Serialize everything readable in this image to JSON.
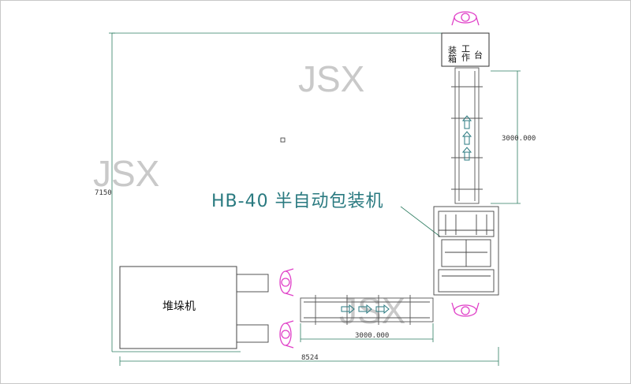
{
  "diagram": {
    "watermark_text": "JSX",
    "title": "HB-40  半自动包装机",
    "palletizer_label": "堆垛机",
    "packing_table_label": [
      "装箱",
      "工作",
      "台"
    ],
    "dimensions": {
      "total_width": "8524",
      "total_height": "7150",
      "vertical_conveyor_length": "3000.000",
      "horizontal_conveyor_length": "3000.000"
    },
    "colors": {
      "line": "#555555",
      "dim_line": "#2e7d62",
      "operator": "#e040c8",
      "title": "#2a7a80",
      "watermark": "#c9c9c9"
    }
  }
}
